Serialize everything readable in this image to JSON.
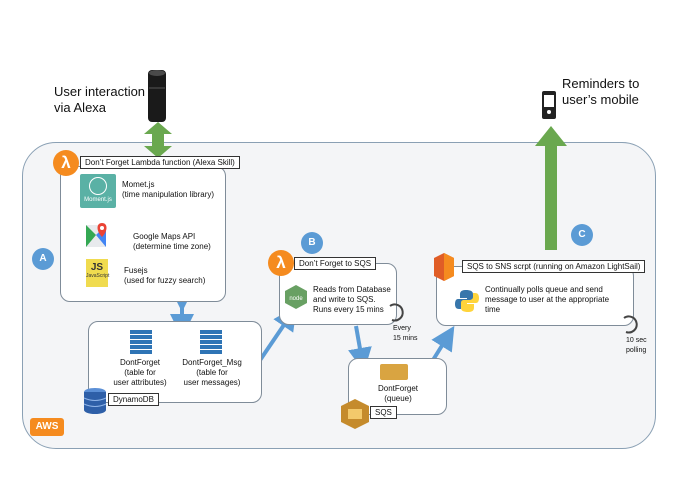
{
  "top_left_label": [
    "User interaction",
    "via Alexa"
  ],
  "top_right_label": [
    "Reminders to",
    "user’s mobile"
  ],
  "aws_badge": "AWS",
  "lambda_box": {
    "title": "Don’t Forget Lambda function (Alexa Skill)",
    "items": [
      {
        "name": "Momet.js",
        "desc": "(time manipulation library)",
        "icon_text": "Moment.js"
      },
      {
        "name": "Google Maps API",
        "desc": "(determine time zone)"
      },
      {
        "name": "Fusejs",
        "desc": "(used for fuzzy search)",
        "icon_text": "JavaScript"
      }
    ]
  },
  "markers": {
    "a": "A",
    "b": "B",
    "c": "C"
  },
  "dynamo": {
    "table1": [
      "DontForget",
      "(table for",
      "user attributes)"
    ],
    "table2": [
      "DontForget_Msg",
      "(table for",
      "user messages)"
    ],
    "label": "DynamoDB"
  },
  "sqs_lambda": {
    "title": "Don’t Forget to SQS",
    "node_text": "node",
    "desc": [
      "Reads from Database",
      "and write to SQS.",
      "Runs every 15 mins"
    ],
    "every": [
      "Every",
      "15 mins"
    ]
  },
  "queue": {
    "name": [
      "DontForget",
      "(queue)"
    ],
    "label": "SQS"
  },
  "sns": {
    "title": "SQS to SNS scrpt (running on Amazon LightSail)",
    "desc": [
      "Continually polls queue and send",
      "message to user at the appropriate",
      "time"
    ],
    "polling": [
      "10 sec",
      "polling"
    ]
  },
  "colors": {
    "green_arrow": "#6aa84f",
    "blue_arrow": "#5b9bd5",
    "lambda_orange": "#f58b1f",
    "table_blue": "#2e74b5"
  }
}
